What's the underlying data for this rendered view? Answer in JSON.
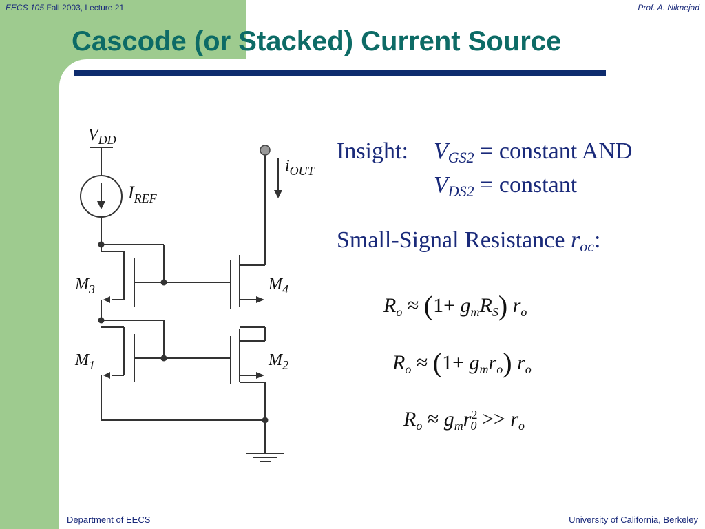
{
  "header": {
    "course": "EECS 105",
    "term_lecture": "Fall 2003, Lecture 21",
    "instructor": "Prof. A. Niknejad"
  },
  "slide": {
    "title": "Cascode (or Stacked) Current Source"
  },
  "circuit": {
    "vdd_label": "V",
    "vdd_sub": "DD",
    "iref_label": "I",
    "iref_sub": "REF",
    "iout_label": "i",
    "iout_sub": "OUT",
    "m3_label": "M",
    "m3_sub": "3",
    "m4_label": "M",
    "m4_sub": "4",
    "m1_label": "M",
    "m1_sub": "1",
    "m2_label": "M",
    "m2_sub": "2"
  },
  "insight": {
    "label": "Insight:",
    "line1_var": "V",
    "line1_sub": "GS2",
    "line1_rest": " = constant AND",
    "line2_var": "V",
    "line2_sub": "DS2",
    "line2_rest": " = constant"
  },
  "small_signal": {
    "text": "Small-Signal Resistance ",
    "var": "r",
    "sub": "oc",
    "colon": ":"
  },
  "equations": {
    "eq1": {
      "lhs": "R",
      "lhs_sub": "o",
      "approx": "≈",
      "one": "1",
      "plus": "+",
      "g": "g",
      "g_sub": "m",
      "term": "R",
      "term_sub": "S",
      "r": "r",
      "r_sub": "o"
    },
    "eq2": {
      "lhs": "R",
      "lhs_sub": "o",
      "approx": "≈",
      "one": "1",
      "plus": "+",
      "g": "g",
      "g_sub": "m",
      "term": "r",
      "term_sub": "o",
      "r": "r",
      "r_sub": "o"
    },
    "eq3": {
      "lhs": "R",
      "lhs_sub": "o",
      "approx": "≈",
      "g": "g",
      "g_sub": "m",
      "r": "r",
      "r_sub": "0",
      "r_sup": "2",
      "gg": ">>",
      "r2": "r",
      "r2_sub": "o"
    }
  },
  "footer": {
    "department": "Department of EECS",
    "university": "University of California, Berkeley"
  },
  "colors": {
    "sidebar_green": "#9ecb8f",
    "title_teal": "#0d6b66",
    "rule_navy": "#0e2c6e",
    "text_navy": "#1a2a7a"
  }
}
